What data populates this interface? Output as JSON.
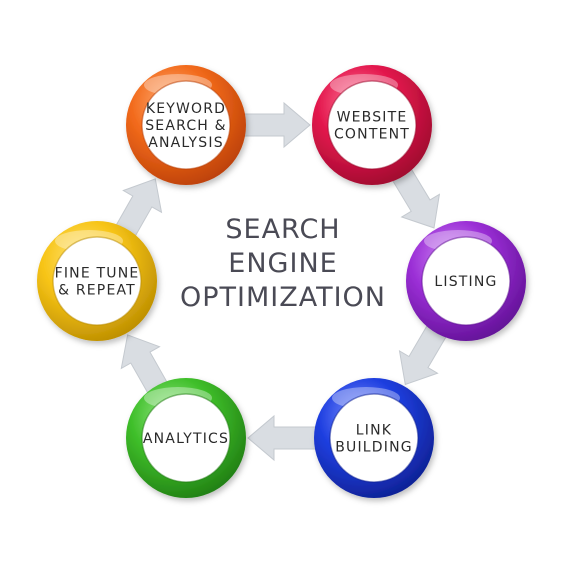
{
  "title": {
    "line1": "SEARCH",
    "line2": "ENGINE",
    "line3": "OPTIMIZATION"
  },
  "steps": [
    {
      "lines": [
        "KEYWORD",
        "SEARCH &",
        "ANALYSIS"
      ],
      "color": "#f26a1b",
      "dark": "#b83d05",
      "light": "#ffb07a"
    },
    {
      "lines": [
        "WEBSITE",
        "CONTENT"
      ],
      "color": "#e3174d",
      "dark": "#9a0a2c",
      "light": "#ff7a9a"
    },
    {
      "lines": [
        "LISTING"
      ],
      "color": "#9b2fd6",
      "dark": "#5e0f92",
      "light": "#d08cf5"
    },
    {
      "lines": [
        "LINK",
        "BUILDING"
      ],
      "color": "#1f3fe0",
      "dark": "#0d1f8f",
      "light": "#7d93ff"
    },
    {
      "lines": [
        "ANALYTICS"
      ],
      "color": "#3fbf2a",
      "dark": "#1f7a12",
      "light": "#9be88b"
    },
    {
      "lines": [
        "FINE TUNE",
        "& REPEAT"
      ],
      "color": "#f7c416",
      "dark": "#b88a00",
      "light": "#ffe57a"
    }
  ],
  "colors": {
    "arrow": "#d9dde2",
    "arrow_edge": "#c4c9cf"
  }
}
